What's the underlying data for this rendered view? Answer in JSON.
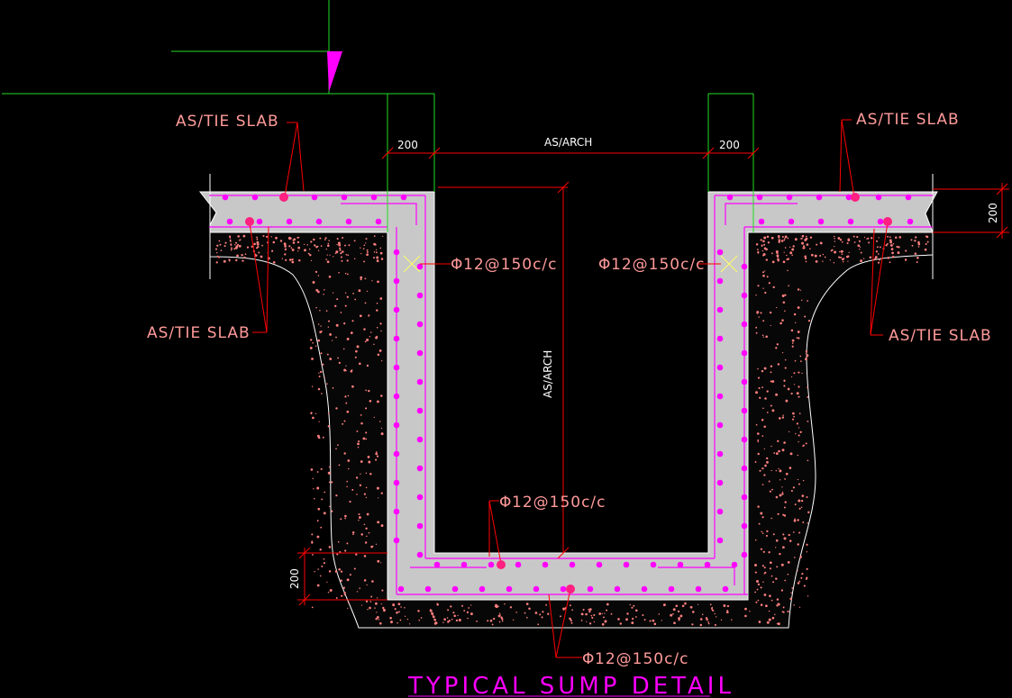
{
  "title": "TYPICAL SUMP DETAIL",
  "labels": {
    "top_left_slab": "AS/TIE SLAB",
    "top_right_slab": "AS/TIE SLAB",
    "left_slab_bottom": "AS/TIE SLAB",
    "right_slab_bottom": "AS/TIE SLAB",
    "left_wall_rebar": "12@150c/c",
    "right_wall_rebar": "12@150c/c",
    "floor_top_rebar": "12@150c/c",
    "floor_bottom_rebar": "12@150c/c",
    "rebar_symbol": "Φ"
  },
  "dimensions": {
    "left_wall_thickness": "200",
    "right_wall_thickness": "200",
    "width": "AS/ARCH",
    "depth": "AS/ARCH",
    "slab_thickness": "200",
    "floor_thickness": "200"
  },
  "colors": {
    "background": "#000000",
    "concrete": "#c8c8c8",
    "rebar": "#ff00ff",
    "leader": "#ff0000",
    "label_text": "#ff9a9a",
    "dim_green": "#22dd22",
    "title": "#ff00ff",
    "soil_dots": "#ff7f7f",
    "tie_cross": "#ffff66"
  }
}
